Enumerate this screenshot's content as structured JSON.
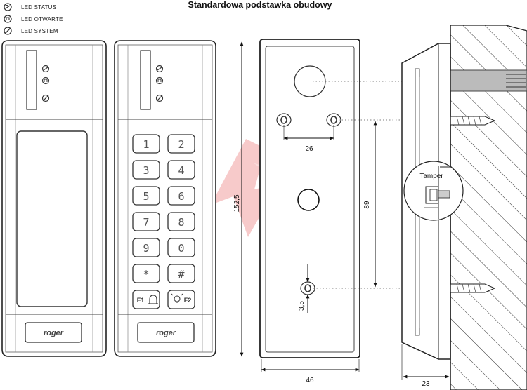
{
  "title": "Standardowa podstawka obudowy",
  "legend": [
    {
      "label": "LED STATUS",
      "icon": "led-status-icon"
    },
    {
      "label": "LED OTWARTE",
      "icon": "led-open-icon"
    },
    {
      "label": "LED SYSTEM",
      "icon": "led-system-icon"
    }
  ],
  "brand": "roger",
  "keypad": {
    "keys": [
      "1",
      "2",
      "3",
      "4",
      "5",
      "6",
      "7",
      "8",
      "9",
      "0",
      "*",
      "#"
    ],
    "f1": "F1",
    "f2": "F2"
  },
  "dimensions": {
    "height": "152,5",
    "hole_spacing": "26",
    "vertical_spacing": "89",
    "hole_height": "3,5",
    "width": "46",
    "depth": "23"
  },
  "tamper_label": "Tamper"
}
